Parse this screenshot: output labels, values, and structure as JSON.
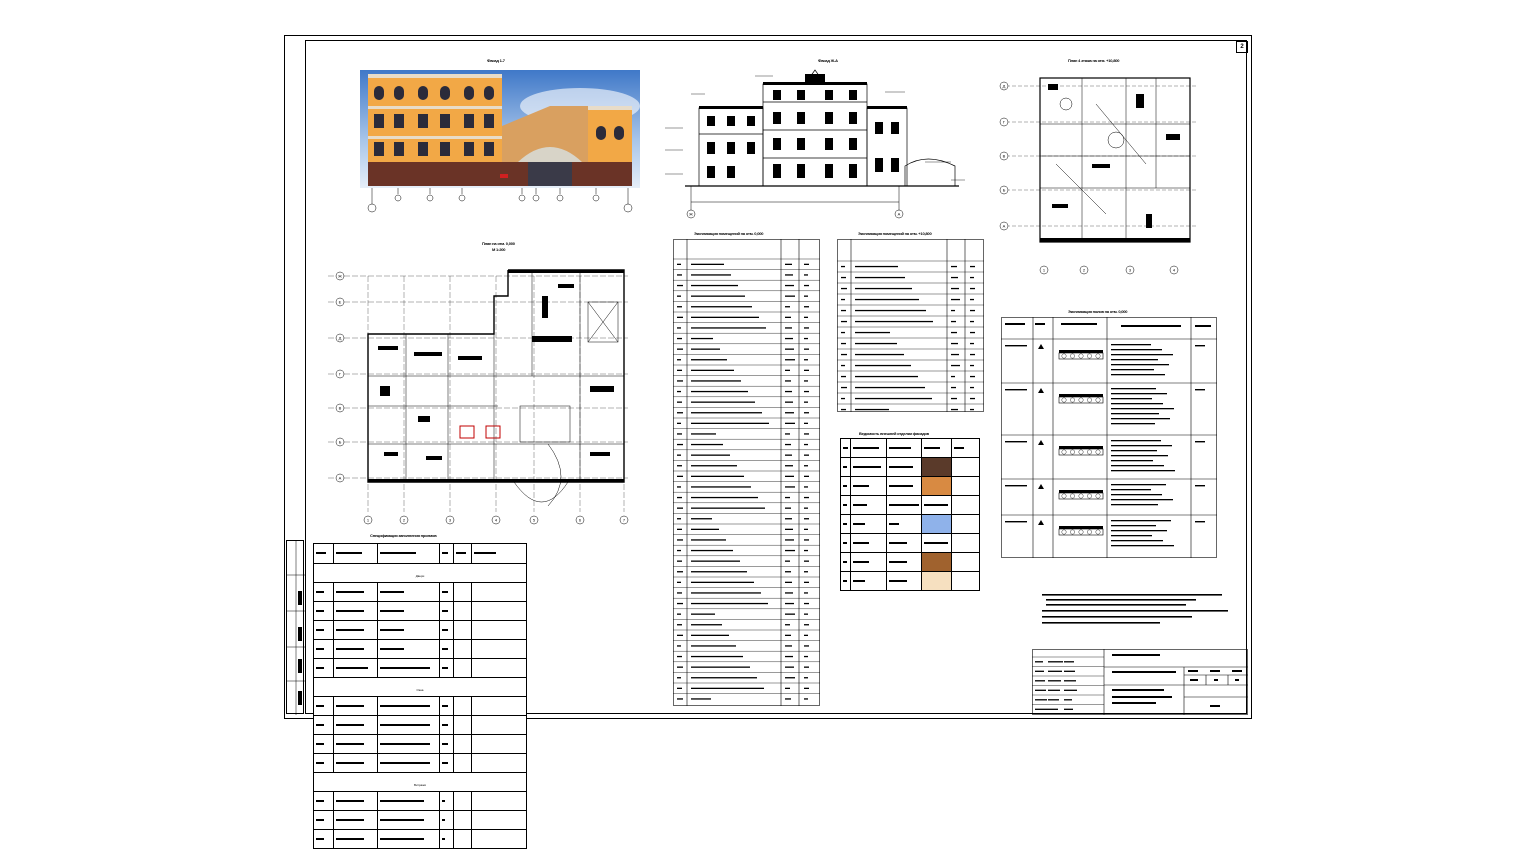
{
  "sheet": {
    "number": "2"
  },
  "colors": {
    "facade_orange": "#f2a846",
    "sky": "#6f9fd8",
    "brick": "#6a3326",
    "ink": "#000000",
    "floor_color_1": "#5a3a2a",
    "floor_color_2": "#d88a42",
    "floor_color_3": "#8fb2ea",
    "floor_color_4": "#a0622e",
    "floor_color_5": "#f6e0c0"
  },
  "views": {
    "facade_1_7": {
      "title": "Фасад 1-7",
      "axes": [
        "1",
        "2",
        "3",
        "4",
        "5",
        "6",
        "7"
      ]
    },
    "facade_zh_a": {
      "title": "Фасад Ж-А",
      "axes": [
        "Ж",
        "А"
      ]
    },
    "plan_4": {
      "title": "План 4 этажа на отм. +10,800",
      "axes_h": [
        "1",
        "2",
        "3",
        "4"
      ],
      "axes_v": [
        "Д",
        "Г",
        "В",
        "Б",
        "А"
      ]
    },
    "plan_1": {
      "title": "План на отм. 0,000",
      "scale": "М 1:200",
      "axes_h": [
        "1",
        "2",
        "3",
        "4",
        "5",
        "6",
        "7"
      ],
      "axes_v": [
        "Ж",
        "Е",
        "Д",
        "Г",
        "В",
        "Б",
        "А"
      ]
    }
  },
  "tables": {
    "explication_1": {
      "title": "Экспликация помещений на отм. 0,000",
      "row_count": 42
    },
    "explication_2": {
      "title": "Экспликация помещений на отм. +10,800",
      "row_count": 14
    },
    "finish": {
      "title": "Ведомость внешней отделки фасадов",
      "row_count": 7
    },
    "floors": {
      "title": "Экспликация полов на отм. 0,000",
      "row_count": 5
    },
    "openings": {
      "title": "Спецификация заполнения проемов",
      "sections": [
        "Двери",
        "Окна",
        "Витражи"
      ]
    }
  },
  "title_block": {
    "row_count": 6
  }
}
